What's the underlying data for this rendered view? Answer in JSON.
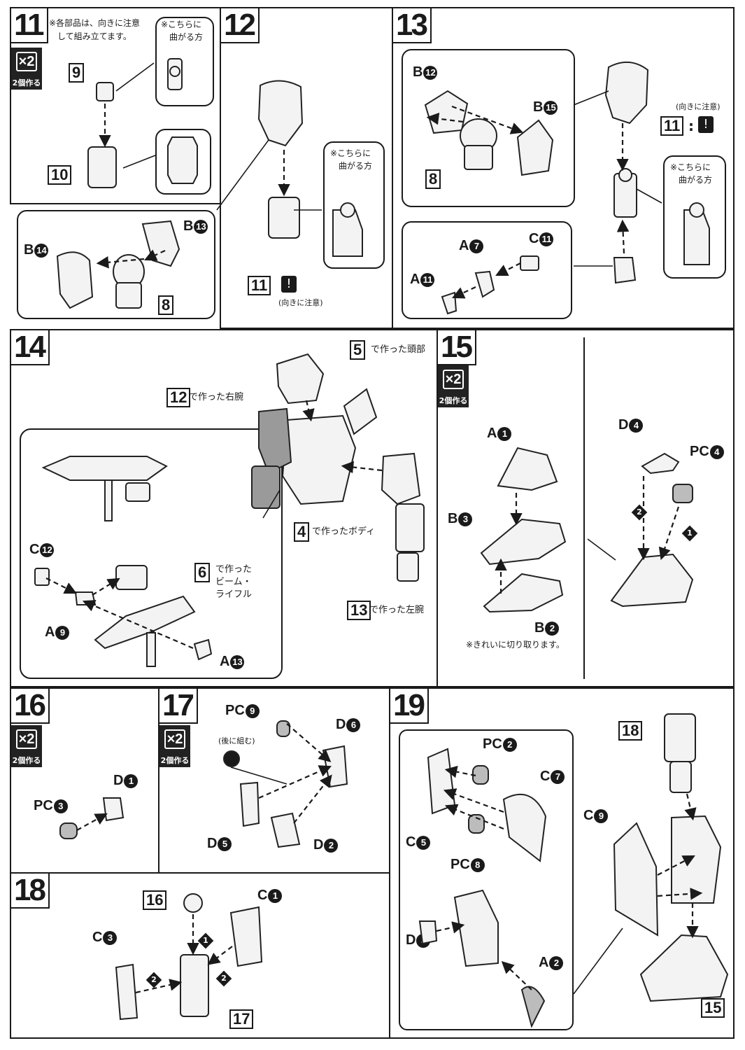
{
  "steps": {
    "s11": {
      "num": "11",
      "multiplier": "×2",
      "multiplier_caption": "2個作る",
      "note_line1": "※各部品は、向きに注意",
      "note_line2": "して組み立てます。",
      "bend_note_line1": "※こちらに",
      "bend_note_line2": "曲がる方",
      "part_a": "9",
      "part_b": "10"
    },
    "s12": {
      "num": "12",
      "bend_note_line1": "※こちらに",
      "bend_note_line2": "曲がる方",
      "ref_part": "11",
      "caution": "(向きに注意)",
      "label_b13": "B",
      "label_b13_n": "13",
      "label_b14": "B",
      "label_b14_n": "14",
      "part_8": "8"
    },
    "s13": {
      "num": "13",
      "label_b12": "B",
      "label_b12_n": "12",
      "label_b15": "B",
      "label_b15_n": "15",
      "part_8": "8",
      "ref_part": "11",
      "caution": "(向きに注意)",
      "bend_note_line1": "※こちらに",
      "bend_note_line2": "曲がる方",
      "label_a7": "A",
      "label_a7_n": "7",
      "label_c11": "C",
      "label_c11_n": "11",
      "label_a11": "A",
      "label_a11_n": "11"
    },
    "s14": {
      "num": "14",
      "head_ref": "5",
      "head_text": "で作った頭部",
      "rarm_ref": "12",
      "rarm_text": "で作った右腕",
      "body_ref": "4",
      "body_text": "で作ったボディ",
      "larm_ref": "13",
      "larm_text": "で作った左腕",
      "rifle_ref": "6",
      "rifle_line1": "で作った",
      "rifle_line2": "ビーム・",
      "rifle_line3": "ライフル",
      "label_c12": "C",
      "label_c12_n": "12",
      "label_a9": "A",
      "label_a9_n": "9",
      "label_a13": "A",
      "label_a13_n": "13"
    },
    "s15": {
      "num": "15",
      "multiplier": "×2",
      "multiplier_caption": "2個作る",
      "label_a1": "A",
      "label_a1_n": "1",
      "label_b3": "B",
      "label_b3_n": "3",
      "label_b2": "B",
      "label_b2_n": "2",
      "cut_note": "※きれいに切り取ります。",
      "label_d4": "D",
      "label_d4_n": "4",
      "label_pc4": "PC",
      "label_pc4_n": "4",
      "order1": "1",
      "order2": "2"
    },
    "s16": {
      "num": "16",
      "multiplier": "×2",
      "multiplier_caption": "2個作る",
      "label_d1": "D",
      "label_d1_n": "1",
      "label_pc3": "PC",
      "label_pc3_n": "3"
    },
    "s17": {
      "num": "17",
      "multiplier": "×2",
      "multiplier_caption": "2個作る",
      "label_pc9": "PC",
      "label_pc9_n": "9",
      "later_note": "(後に組む)",
      "label_d6": "D",
      "label_d6_n": "6",
      "label_d5": "D",
      "label_d5_n": "5",
      "label_d2": "D",
      "label_d2_n": "2"
    },
    "s18": {
      "num": "18",
      "ref_16": "16",
      "ref_17": "17",
      "label_c1": "C",
      "label_c1_n": "1",
      "label_c3": "C",
      "label_c3_n": "3",
      "order1": "1",
      "order2": "2"
    },
    "s19": {
      "num": "19",
      "ref_18": "18",
      "ref_15": "15",
      "label_pc2": "PC",
      "label_pc2_n": "2",
      "label_c7": "C",
      "label_c7_n": "7",
      "label_c5": "C",
      "label_c5_n": "5",
      "label_pc8": "PC",
      "label_pc8_n": "8",
      "label_c9": "C",
      "label_c9_n": "9",
      "label_d3": "D",
      "label_d3_n": "3",
      "label_a2": "A",
      "label_a2_n": "2"
    }
  }
}
